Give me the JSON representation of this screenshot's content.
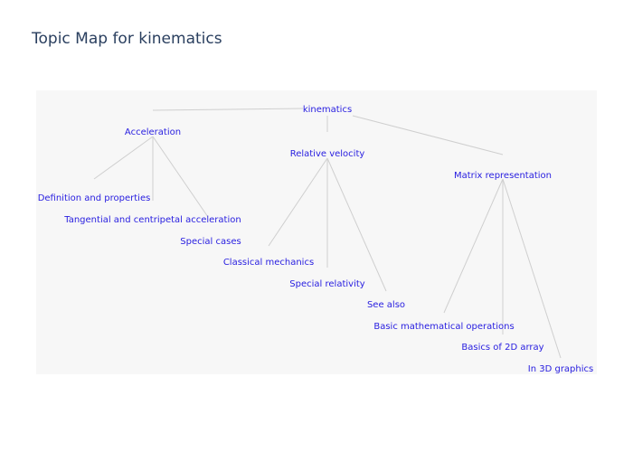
{
  "title": "Topic Map for kinematics",
  "colors": {
    "label": "#2a20e0",
    "edge": "#cfcfcf",
    "plot_bg": "#f7f7f7",
    "title": "#2a3f5f"
  },
  "nodes": [
    {
      "id": "kinematics",
      "label": "kinematics"
    },
    {
      "id": "acceleration",
      "label": "Acceleration"
    },
    {
      "id": "relative-velocity",
      "label": "Relative velocity"
    },
    {
      "id": "matrix-representation",
      "label": "Matrix representation"
    },
    {
      "id": "definition",
      "label": "Definition and properties"
    },
    {
      "id": "tangential",
      "label": "Tangential and centripetal acceleration"
    },
    {
      "id": "special-cases",
      "label": "Special cases"
    },
    {
      "id": "classical-mechanics",
      "label": "Classical mechanics"
    },
    {
      "id": "special-relativity",
      "label": "Special relativity"
    },
    {
      "id": "see-also",
      "label": "See also"
    },
    {
      "id": "basic-math",
      "label": "Basic mathematical operations"
    },
    {
      "id": "basics-2d",
      "label": "Basics of 2D array"
    },
    {
      "id": "in-3d",
      "label": "In 3D graphics"
    }
  ],
  "edges": [
    [
      "kinematics",
      "acceleration"
    ],
    [
      "kinematics",
      "relative-velocity"
    ],
    [
      "kinematics",
      "matrix-representation"
    ],
    [
      "acceleration",
      "definition"
    ],
    [
      "acceleration",
      "tangential"
    ],
    [
      "acceleration",
      "special-cases"
    ],
    [
      "relative-velocity",
      "classical-mechanics"
    ],
    [
      "relative-velocity",
      "special-relativity"
    ],
    [
      "relative-velocity",
      "see-also"
    ],
    [
      "matrix-representation",
      "basic-math"
    ],
    [
      "matrix-representation",
      "basics-2d"
    ],
    [
      "matrix-representation",
      "in-3d"
    ]
  ]
}
